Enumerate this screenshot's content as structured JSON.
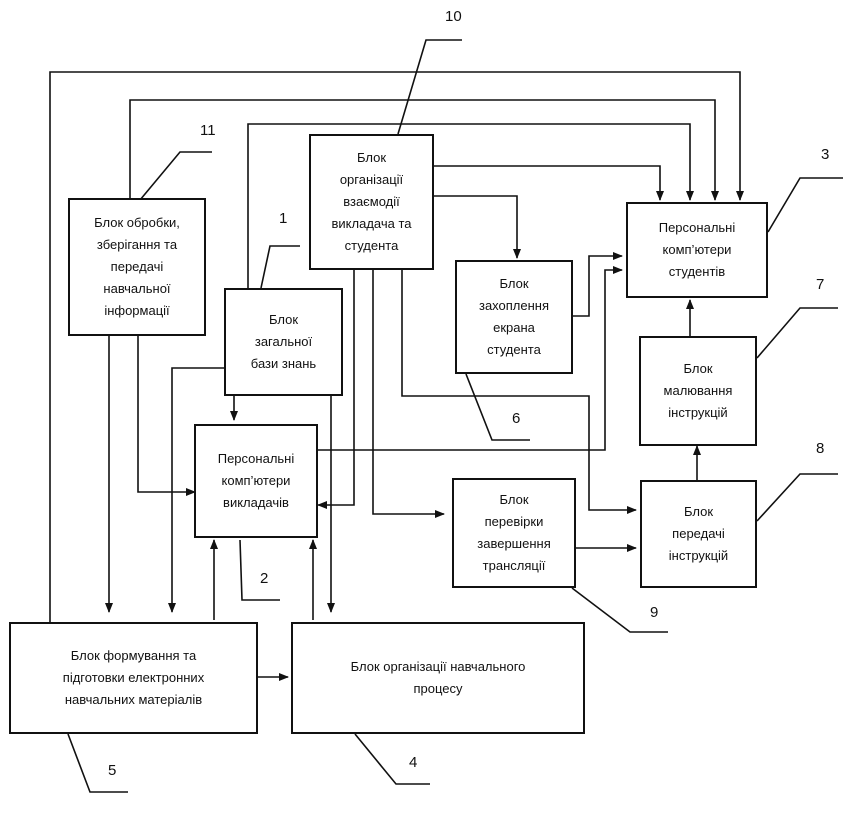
{
  "blocks": {
    "b1": "Блок\nзагальної\nбази знань",
    "b2": "Персональні\nкомп’ютери\nвикладачів",
    "b3": "Персональні\nкомп’ютери\nстудентів",
    "b4": "Блок організації навчального\nпроцесу",
    "b5": "Блок формування та\nпідготовки електронних\nнавчальних матеріалів",
    "b6": "Блок\nзахоплення\nекрана\nстудента",
    "b7": "Блок\nмалювання\nінструкцій",
    "b8": "Блок\nпередачі\nінструкцій",
    "b9": "Блок\nперевірки\nзавершення\nтрансляції",
    "b10": "Блок\nорганізації\nвзаємодії\nвикладача та\nстудента",
    "b11": "Блок обробки,\nзберігання та\nпередачі\nнавчальної\nінформації"
  },
  "numbers": {
    "n1": "1",
    "n2": "2",
    "n3": "3",
    "n4": "4",
    "n5": "5",
    "n6": "6",
    "n7": "7",
    "n8": "8",
    "n9": "9",
    "n10": "10",
    "n11": "11"
  }
}
